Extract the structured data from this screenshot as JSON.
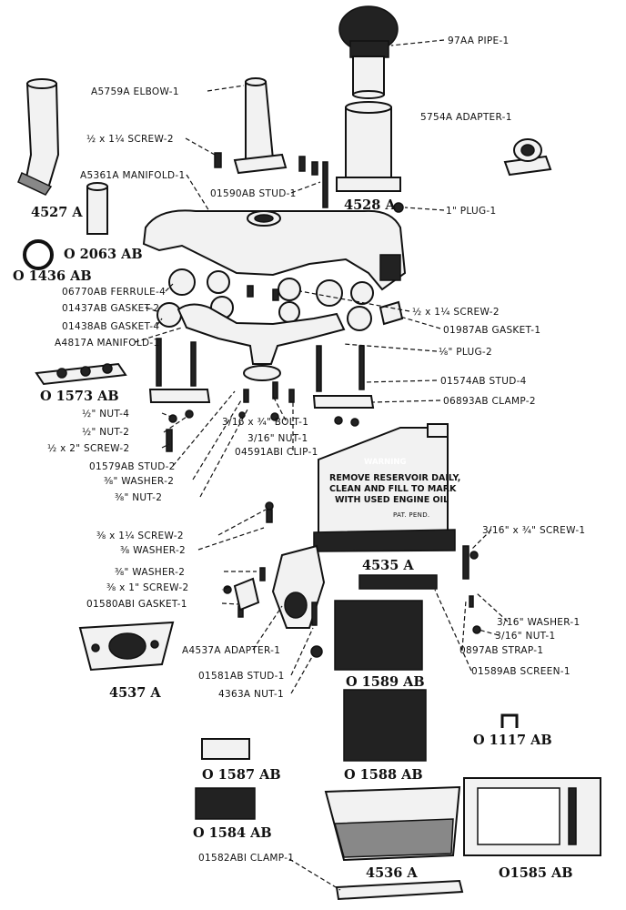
{
  "callouts": {
    "pipe": "97AA PIPE-1",
    "elbow": "A5759A ELBOW-1",
    "adapter_top": "5754A  ADAPTER-1",
    "screw_top": "½ x 1¼  SCREW-2",
    "manifold_top": "A5361A MANIFOLD-1",
    "stud_top": "01590AB STUD-1",
    "plug_top": "1\"  PLUG-1",
    "ferrule": "06770AB FERRULE-4",
    "gasket_2": "01437AB GASKET-2",
    "gasket_4": "01438AB GASKET-4",
    "manifold_low": "A4817A MANIFOLD-1",
    "screw_right": "½ x 1¼  SCREW-2",
    "gasket_right": "01987AB GASKET-1",
    "plug_right": "⅛\" PLUG-2",
    "stud_right": "01574AB STUD-4",
    "clamp_right": "06893AB CLAMP-2",
    "nut_half4": "½\" NUT-4",
    "nut_half2": "½\" NUT-2",
    "screw_half2": "½ x 2\" SCREW-2",
    "bolt": "3/16 x ¾\" BOLT-1",
    "nut_3_16": "3/16\" NUT-1",
    "clip": "04591ABI CLIP-1",
    "stud_left": "01579AB STUD-2",
    "washer_3_8_a": "⅜\" WASHER-2",
    "nut_3_8": "⅜\" NUT-2",
    "screw_3_8_a": "⅜ x 1¼ SCREW-2",
    "washer_3_8_b": "⅜ WASHER-2",
    "screw_right_lower": "3/16\" x ¾\" SCREW-1",
    "washer_3_8_c": "⅜\" WASHER-2",
    "screw_3_8_b": "⅜ x 1\" SCREW-2",
    "gasket_01580": "01580ABI GASKET-1",
    "washer_3_16": "3/16\" WASHER-1",
    "nut_3_16_b": "3/16\" NUT-1",
    "strap": "0897AB STRAP-1",
    "adapter_low": "A4537A ADAPTER-1",
    "screen": "01589AB SCREEN-1",
    "stud_low": "01581AB STUD-1",
    "nut_low": "4363A NUT-1",
    "clamp_low": "01582ABI CLAMP-1"
  },
  "part_numbers": {
    "p4527": "4527 A",
    "p4528": "4528 A",
    "p2063": "O 2063 AB",
    "p1436": "O 1436 AB",
    "p1573": "O 1573 AB",
    "p4535": "4535 A",
    "p4537": "4537 A",
    "p1589": "O 1589 AB",
    "p1117": "O 1117 AB",
    "p1587": "O 1587 AB",
    "p1588": "O 1588 AB",
    "p1584": "O 1584 AB",
    "p4536": "4536 A",
    "p1585": "O1585 AB"
  },
  "reservoir": {
    "warning": "WARNING",
    "line1": "REMOVE RESERVOIR DAILY,",
    "line2": "CLEAN AND FILL TO MARK",
    "line3": "WITH USED ENGINE OIL",
    "patent": "PAT. PEND."
  }
}
